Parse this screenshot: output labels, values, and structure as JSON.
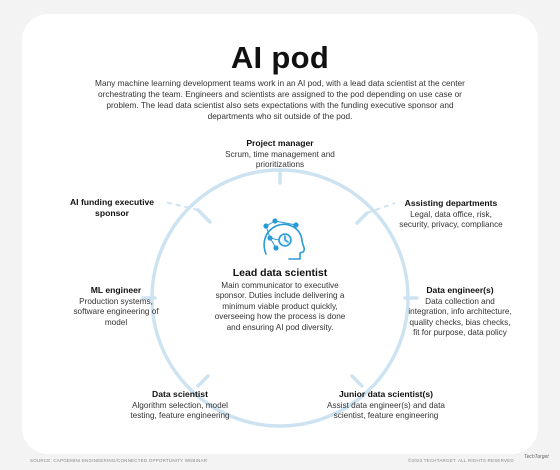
{
  "title": "AI pod",
  "intro": "Many machine learning development teams work in an AI pod, with a lead data scientist at the center orchestrating the team. Engineers and scientists are assigned to the pod depending on use case or problem. The lead data scientist also sets expectations with the funding executive sponsor and departments who sit outside of the pod.",
  "center": {
    "title": "Lead data scientist",
    "text": "Main communicator to executive sponsor. Duties include delivering a minimum viable product quickly, overseeing how the process is done and ensuring AI pod diversity."
  },
  "roles": {
    "project_manager": {
      "title": "Project manager",
      "text": "Scrum, time management and prioritizations"
    },
    "ai_funding": {
      "title": "AI funding executive sponsor",
      "text": ""
    },
    "assisting": {
      "title": "Assisting departments",
      "text": "Legal, data office, risk, security, privacy, compliance"
    },
    "ml_engineer": {
      "title": "ML engineer",
      "text": "Production systems, software engineering of model"
    },
    "data_engineer": {
      "title": "Data engineer(s)",
      "text": "Data collection and integration, info architecture, quality checks, bias checks, fit for purpose, data policy"
    },
    "data_scientist": {
      "title": "Data scientist",
      "text": "Algorithm selection, model testing, feature engineering"
    },
    "junior": {
      "title": "Junior data scientist(s)",
      "text": "Assist data engineer(s) and data scientist, feature engineering"
    }
  },
  "footer": {
    "left": "SOURCE: CAPGEMINI ENGINEERING/CONNECTED OPPORTUNITY WEBINAR",
    "right": "©2023 TECHTARGET. ALL RIGHTS RESERVED",
    "brand": "TechTarget"
  },
  "colors": {
    "accent": "#cde3f1",
    "icon": "#2b9bd7",
    "card": "#ffffff",
    "background": "#f3f3f3"
  }
}
